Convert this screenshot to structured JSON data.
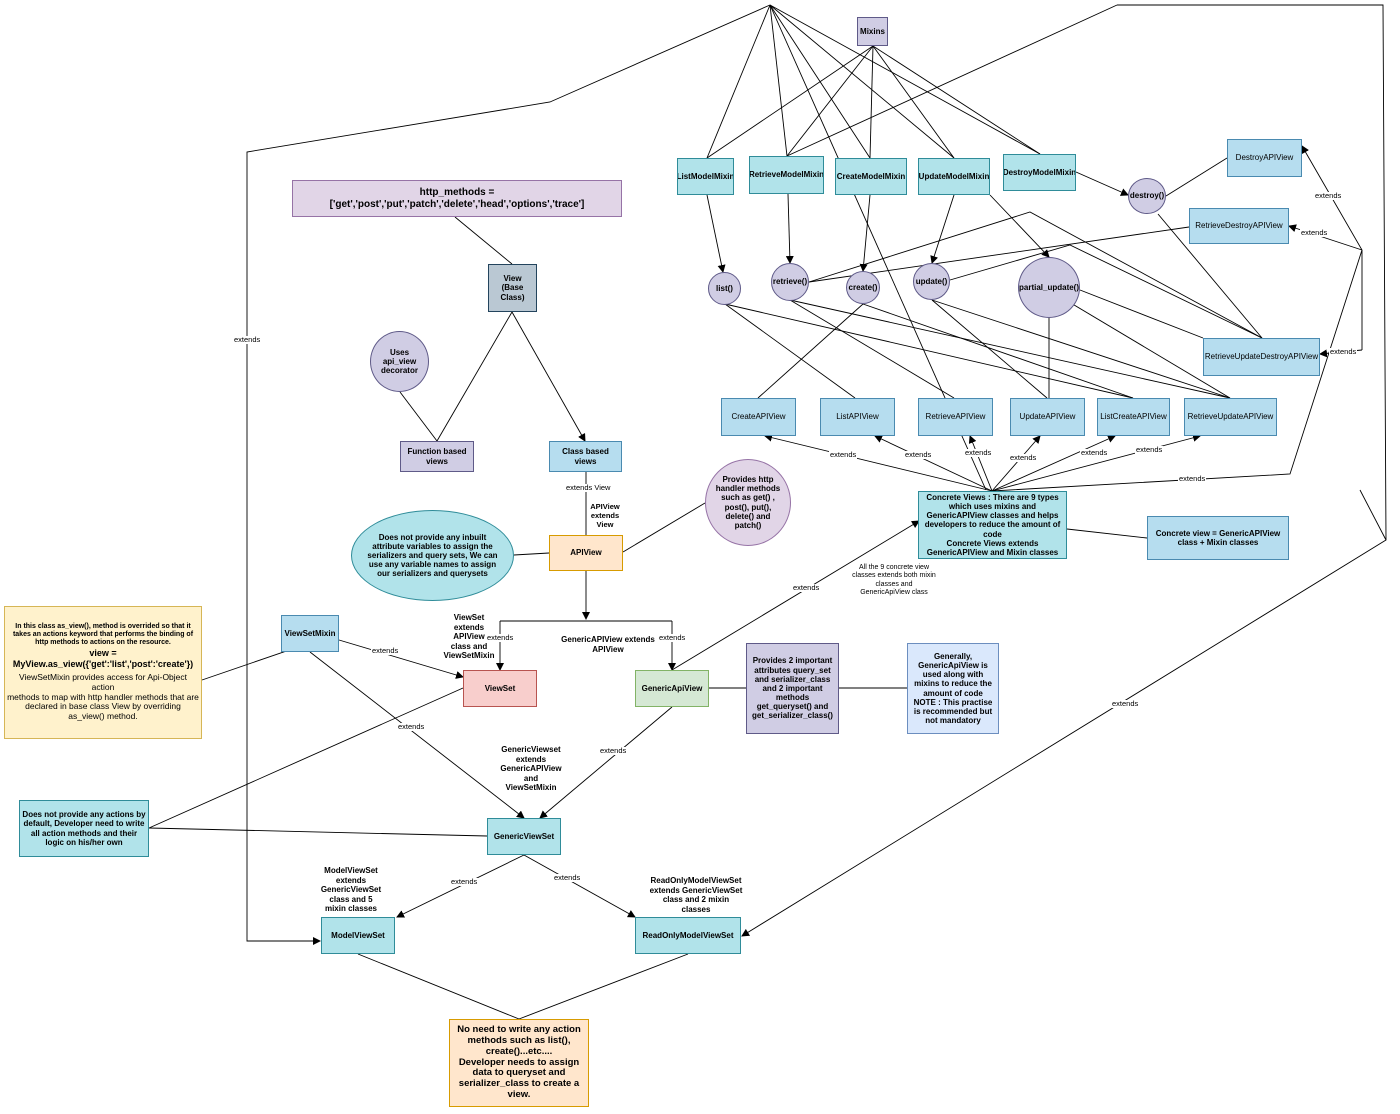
{
  "nodes": {
    "mixins": "Mixins",
    "http_methods": "http_methods = ['get','post','put','patch','delete','head','options','trace']",
    "view_base": "View\n(Base Class)",
    "uses_api_view": "Uses api_view\ndecorator",
    "function_based": "Function based\nviews",
    "class_based": "Class based views",
    "apiview_note": "Does not provide any inbuilt attribute variables to assign the serializers and query sets, We can use any variable names to assign our serializers and querysets",
    "apiview": "APIView",
    "http_handler_note": "Provides http handler methods such as get() , post(), put(), delete() and patch()",
    "list_model_mixin": "ListModelMixin",
    "retrieve_model_mixin": "RetrieveModelMixin",
    "create_model_mixin": "CreateModelMixin",
    "update_model_mixin": "UpdateModelMixin",
    "destroy_model_mixin": "DestroyModelMixin",
    "list_fn": "list()",
    "retrieve_fn": "retrieve()",
    "create_fn": "create()",
    "update_fn": "update()",
    "partial_update_fn": "partial_update()",
    "destroy_fn": "destroy()",
    "destroy_api_view": "DestroyAPIView",
    "retrieve_destroy_api_view": "RetrieveDestroyAPIView",
    "retrieve_update_destroy_api_view": "RetrieveUpdateDestroyAPIView",
    "create_api_view": "CreateAPIView",
    "list_api_view": "ListAPIView",
    "retrieve_api_view": "RetrieveAPIView",
    "update_api_view": "UpdateAPIView",
    "list_create_api_view": "ListCreateAPIView",
    "retrieve_update_api_view": "RetrieveUpdateAPIView",
    "concrete_views": "Concrete Views : There are 9 types which uses mixins and GenericAPIView classes and helps developers to reduce the amount of code\nConcrete Views extends GenericAPIView and Mixin classes",
    "concrete_formula": "Concrete view = GenericAPIView class + Mixin classes",
    "concrete_note": "All the 9 concrete view classes extends both mixin classes and GenericApiView class",
    "as_view_note_bold": "In this class as_view(), method is overrided so that it takes an actions keyword that performs the binding of http methods to actions on the resource.",
    "as_view_code": "view =\nMyView.as_view({'get':'list','post':'create'})",
    "as_view_note_rest": "ViewSetMixin provides access for  Api-Object action\nmethods to map with http handler methods that are\ndeclared in base class View by overriding as_view() method.",
    "viewset_mixin": "ViewSetMixin",
    "viewset": "ViewSet",
    "viewset_caption": "ViewSet\nextends\nAPIView\nclass and\nViewSetMixin",
    "generic_api_view_caption": "GenericAPIView extends\nAPIView",
    "generic_api_view": "GenericApiView",
    "generic_attrs": "Provides 2 important attributes query_set and serializer_class and 2 important methods get_queryset() and get_serializer_class()",
    "generic_usage_note": "Generally, GenericApiView is used along with mixins to reduce the amount of code\nNOTE : This practise is recommended but not mandatory",
    "generic_viewset_caption": "GenericViewset\nextends\nGenericAPIView\nand\nViewSetMixin",
    "no_actions_note": "Does not provide any actions by default, Developer need to write all action methods and their logic on his/her own",
    "generic_viewset": "GenericViewSet",
    "model_viewset_caption": "ModelViewSet\nextends\nGenericViewSet\nclass and 5\nmixin classes",
    "readonly_viewset_caption": "ReadOnlyModelViewSet\nextends GenericViewSet\nclass and 2 mixin\nclasses",
    "model_viewset": "ModelViewSet",
    "readonly_model_viewset": "ReadOnlyModelViewSet",
    "no_need_note": "No need to write any action methods such as list(), create()...etc....\nDeveloper needs to assign data to queryset and serializer_class to create a view."
  },
  "edge_labels": {
    "extends": "extends",
    "extends_view": "extends View",
    "apiview_extends_view": "APIView\nextends\nView"
  }
}
